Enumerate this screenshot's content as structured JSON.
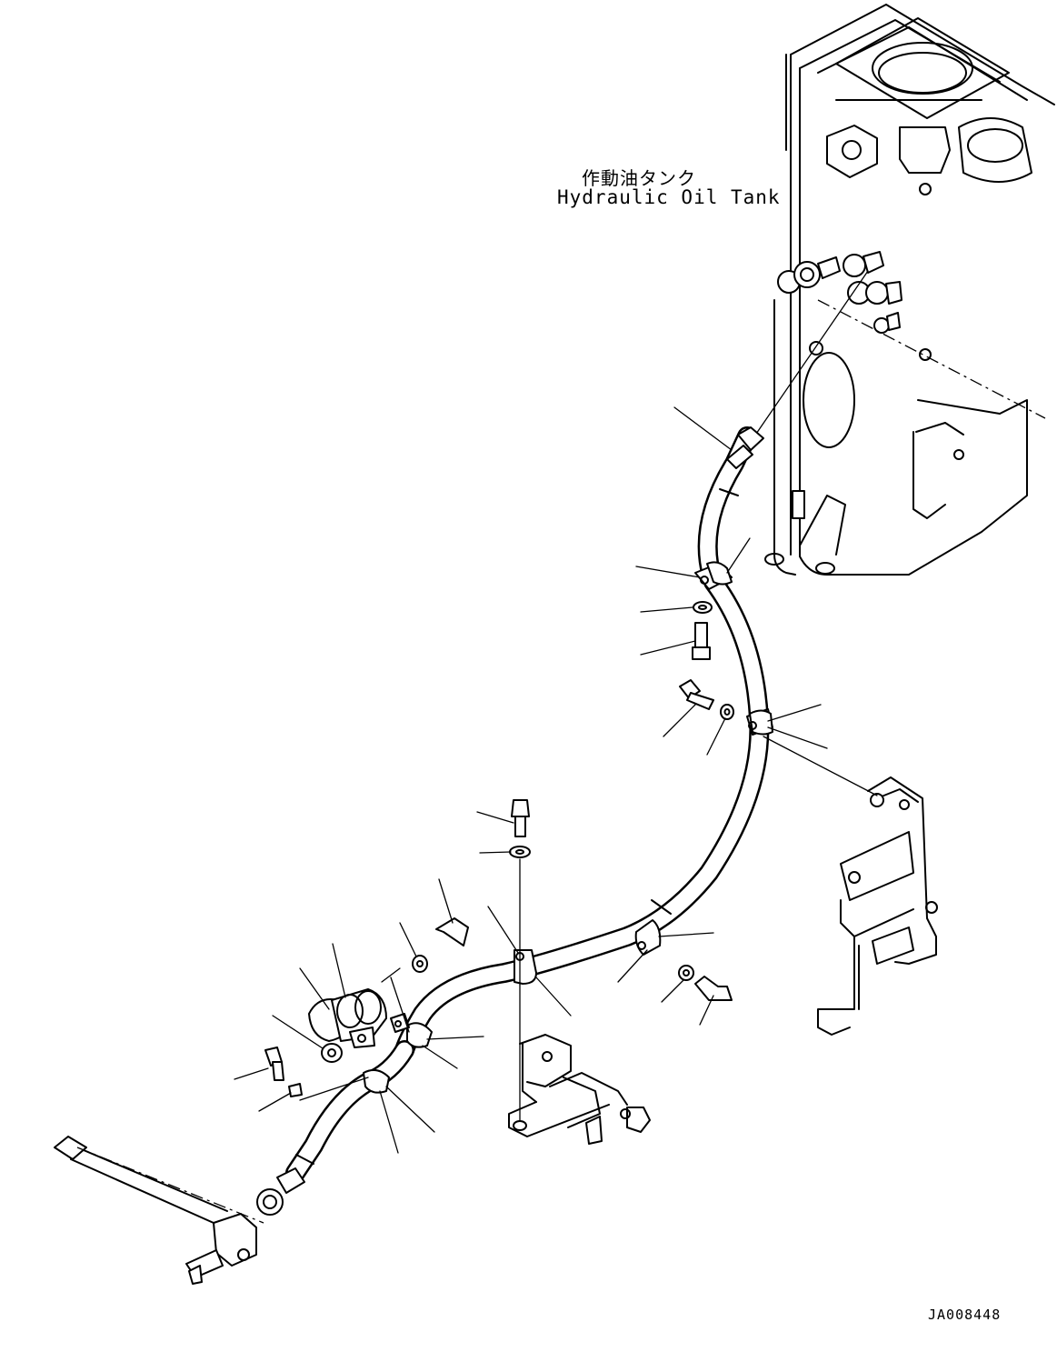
{
  "labels": {
    "tank_jp": "作動油タンク",
    "tank_en": "Hydraulic Oil Tank",
    "drawing_code": "JA008448"
  }
}
